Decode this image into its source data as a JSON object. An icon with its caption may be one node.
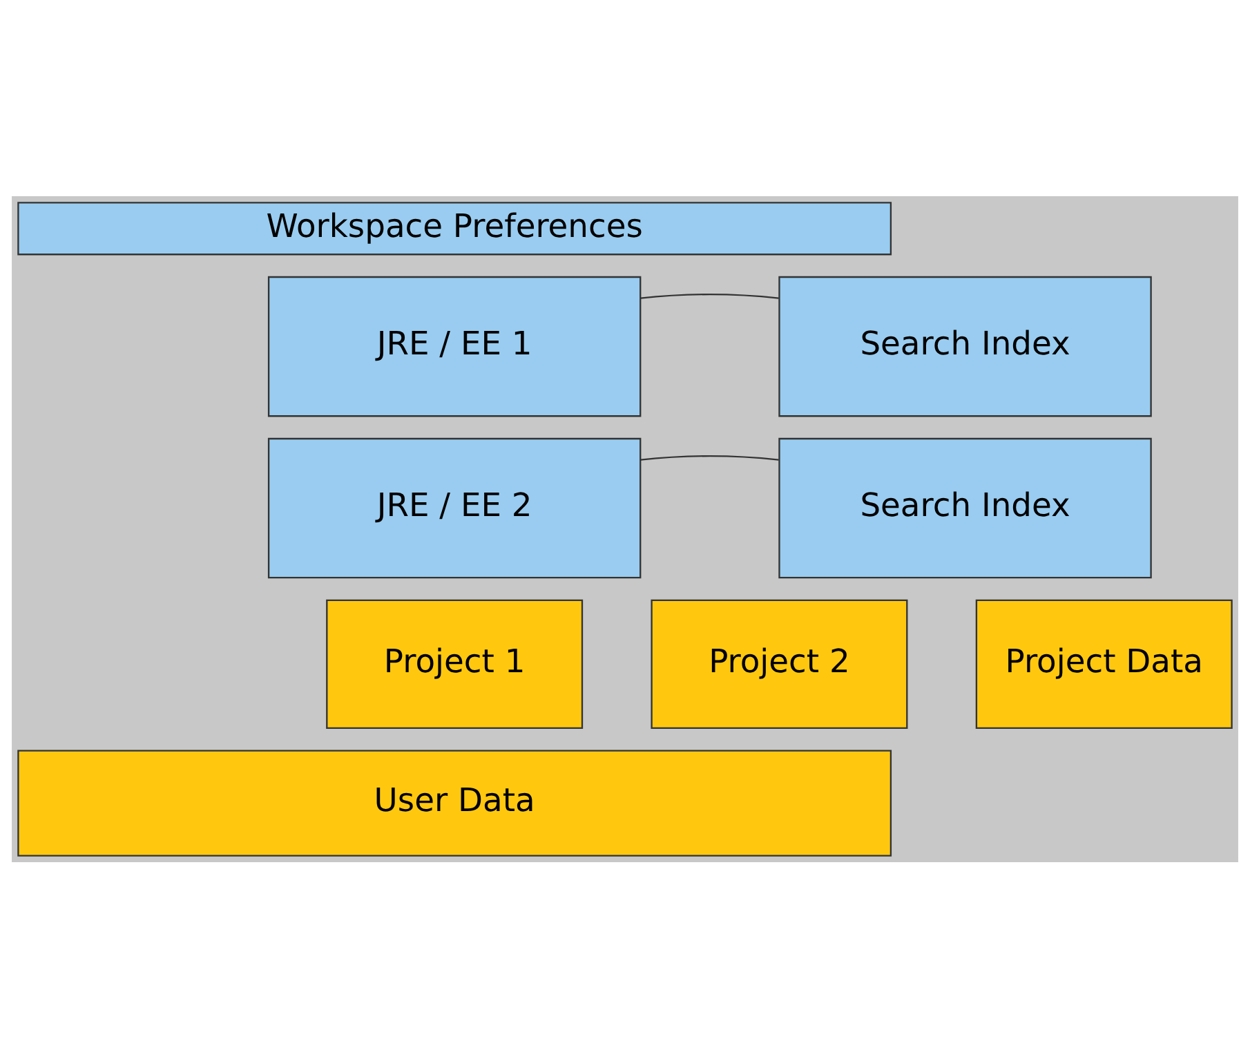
{
  "diagram": {
    "nodes": [
      {
        "text": [
          "Workspace Preferences"
        ]
      },
      {
        "text": [
          "JRE / EE 1"
        ]
      },
      {
        "text": [
          "Search Index"
        ]
      },
      {
        "text": [
          "JRE / EE 2"
        ]
      },
      {
        "text": [
          "Search Index"
        ]
      },
      {
        "text": [
          "Project 1"
        ]
      },
      {
        "text": [
          "Project 2"
        ]
      },
      {
        "text": [
          "Project Data"
        ]
      },
      {
        "text": [
          "User Data"
        ]
      }
    ],
    "edges": [
      {
        "from": 1,
        "to": 2,
        "arrow": "none"
      },
      {
        "from": 3,
        "to": 4,
        "arrow": "none"
      }
    ]
  }
}
